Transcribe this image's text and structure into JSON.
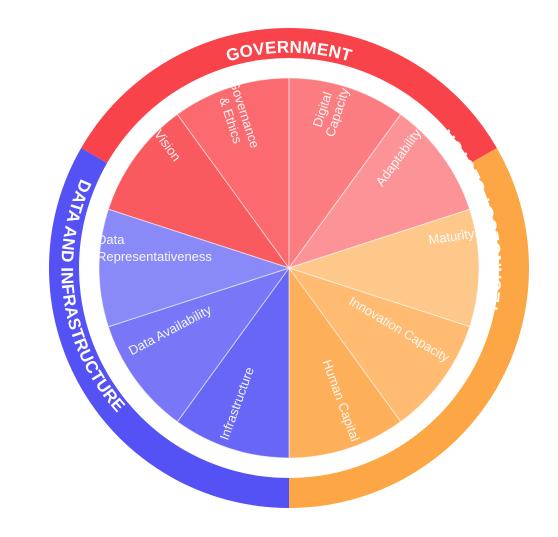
{
  "diagram": {
    "type": "radial-wheel",
    "pillars": [
      {
        "id": "government",
        "label": "GOVERNMENT",
        "ring_color": "#F9434B",
        "segments": [
          {
            "label": "Vision",
            "color": "#F95A60"
          },
          {
            "label": "Governance & Ethics",
            "color": "#FA6A6F"
          },
          {
            "label": "Digital Capacity",
            "color": "#FB7D81"
          },
          {
            "label": "Adaptability",
            "color": "#FC9396"
          }
        ]
      },
      {
        "id": "technology-sector",
        "label": "TECHNOLOGY SECTOR",
        "ring_color": "#FDA645",
        "segments": [
          {
            "label": "Maturity",
            "color": "#FEC88A"
          },
          {
            "label": "Innovation Capacity",
            "color": "#FEBB71"
          },
          {
            "label": "Human Capital",
            "color": "#FDAF5A"
          }
        ]
      },
      {
        "id": "data-and-infrastructure",
        "label": "DATA AND INFRASTRUCTURE",
        "ring_color": "#5452F5",
        "segments": [
          {
            "label": "Infrastructure",
            "color": "#6866F6"
          },
          {
            "label": "Data Availability",
            "color": "#7977F7"
          },
          {
            "label": "Data Representativeness",
            "color": "#8A89F8"
          }
        ]
      }
    ]
  }
}
